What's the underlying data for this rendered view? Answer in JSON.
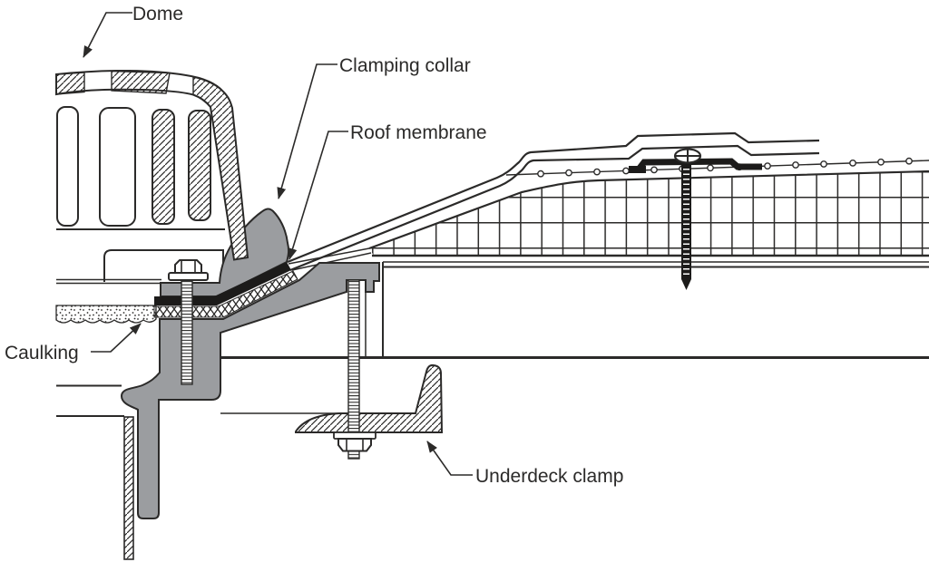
{
  "diagram": {
    "labels": {
      "dome": "Dome",
      "clamping_collar": "Clamping collar",
      "roof_membrane": "Roof membrane",
      "caulking": "Caulking",
      "underdeck_clamp": "Underdeck clamp"
    },
    "colors": {
      "line": "#2b2a29",
      "metal_gray": "#9b9da0",
      "membrane_black": "#1c1b1a",
      "background": "#ffffff"
    }
  }
}
